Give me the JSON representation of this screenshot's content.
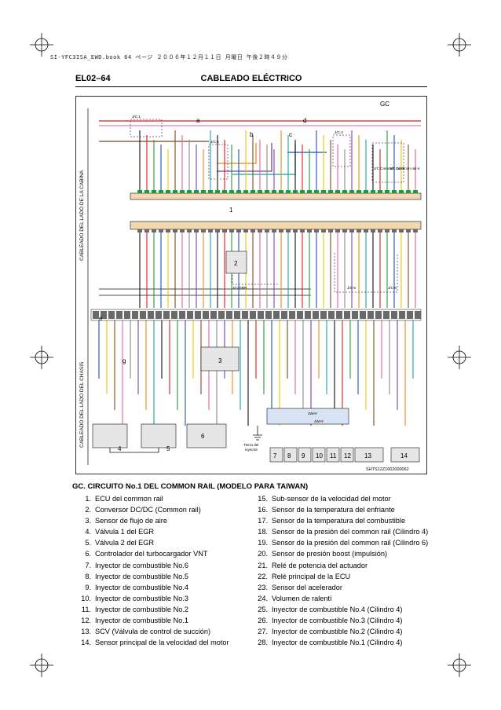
{
  "print_mark": "SI-YFC3ISA_EWD.book  64 ページ  ２００６年１２月１１日  月曜日  午後２時４９分",
  "header": {
    "page_number": "EL02–64",
    "title": "CABLEADO ELÉCTRICO"
  },
  "diagram": {
    "code": "GC",
    "figure_id": "SHTS12Z1602000062",
    "side_labels": {
      "cabin": "CABLEADO DEL LADO DE LA CABINA",
      "chassis": "CABLEADO DEL LADO DEL CHASIS"
    },
    "junctions": [
      "J/C-1",
      "J/C-1",
      "J/C-2",
      "J/C-DRN",
      "J/C-5",
      "J/C-6",
      "J/C Common rail-3",
      "J/C Common rail-4"
    ],
    "letters": [
      "a",
      "b",
      "c",
      "d",
      "e",
      "g"
    ],
    "component_numbers": [
      "1",
      "2",
      "3",
      "4",
      "5",
      "6",
      "7",
      "8",
      "9",
      "10",
      "11",
      "12",
      "13",
      "14"
    ],
    "ground_label": "Tierra del inyector",
    "inner_labels": [
      "2WAY",
      "4WAY"
    ],
    "colors": {
      "black": "#111111",
      "red": "#d21f1f",
      "green": "#1f9a3a",
      "blue": "#1f4fb8",
      "yellow": "#e6c200",
      "brown": "#7a4a1e",
      "pink": "#e45fa0",
      "gray": "#8a8a8a",
      "purple": "#7b3fa8",
      "orange": "#e88a16",
      "teal": "#17a0a0",
      "ecu_fill": "#f3d7b0",
      "connector_fill": "#6a6a6a",
      "box_fill": "#e6e6e6",
      "frame": "#000000",
      "dashed": "#7a3a8a"
    }
  },
  "legend": {
    "title": "GC.   CIRCUITO No.1 DEL COMMON RAIL (MODELO PARA TAIWAN)",
    "left": [
      {
        "n": "1.",
        "t": "ECU del common rail"
      },
      {
        "n": "2.",
        "t": "Conversor DC/DC (Common rail)"
      },
      {
        "n": "3.",
        "t": "Sensor de flujo de aire"
      },
      {
        "n": "4.",
        "t": "Válvula 1 del EGR"
      },
      {
        "n": "5.",
        "t": "Válvula 2 del EGR"
      },
      {
        "n": "6.",
        "t": "Controlador del turbocargador VNT"
      },
      {
        "n": "7.",
        "t": "Inyector de combustible No.6"
      },
      {
        "n": "8.",
        "t": "Inyector de combustible No.5"
      },
      {
        "n": "9.",
        "t": "Inyector de combustible No.4"
      },
      {
        "n": "10.",
        "t": "Inyector de combustible No.3"
      },
      {
        "n": "11.",
        "t": "Inyector de combustible No.2"
      },
      {
        "n": "12.",
        "t": "Inyector de combustible No.1"
      },
      {
        "n": "13.",
        "t": "SCV (Válvula de control de succión)"
      },
      {
        "n": "14.",
        "t": "Sensor principal de la velocidad del motor"
      }
    ],
    "right": [
      {
        "n": "15.",
        "t": "Sub-sensor de la velocidad del motor"
      },
      {
        "n": "16.",
        "t": "Sensor de la temperatura del enfriante"
      },
      {
        "n": "17.",
        "t": "Sensor de la temperatura del combustible"
      },
      {
        "n": "18.",
        "t": "Sensor de la presión del common rail (Cilindro 4)"
      },
      {
        "n": "19.",
        "t": "Sensor de la presión del common rail (Cilindro 6)"
      },
      {
        "n": "20.",
        "t": "Sensor de presión boost (impulsión)"
      },
      {
        "n": "21.",
        "t": "Relé de potencia del actuador"
      },
      {
        "n": "22.",
        "t": "Relé principal de la ECU"
      },
      {
        "n": "23.",
        "t": "Sensor del acelerador"
      },
      {
        "n": "24.",
        "t": "Volumen de ralentí"
      },
      {
        "n": "25.",
        "t": "Inyector de combustible No.4 (Cilindro 4)"
      },
      {
        "n": "26.",
        "t": "Inyector de combustible No.3 (Cilindro 4)"
      },
      {
        "n": "27.",
        "t": "Inyector de combustible No.2 (Cilindro 4)"
      },
      {
        "n": "28.",
        "t": "Inyector de combustible No.1 (Cilindro 4)"
      }
    ]
  }
}
